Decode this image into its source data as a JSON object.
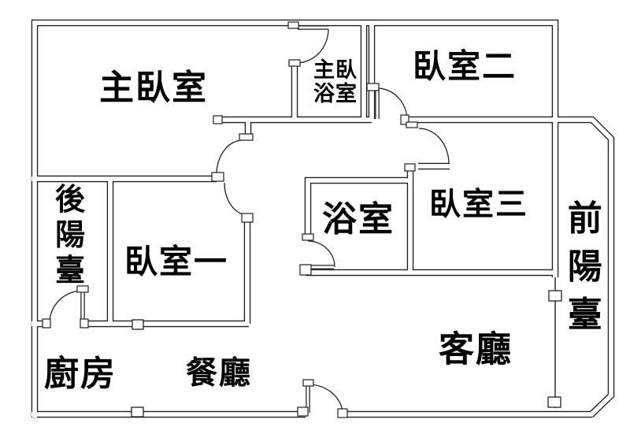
{
  "canvas": {
    "background_color": "#ffffff",
    "wall_color": "#1f1f1f",
    "text_color": "#000000"
  },
  "rooms": [
    {
      "id": "master-bedroom",
      "label": "主臥室"
    },
    {
      "id": "master-bathroom",
      "label": "主臥浴室"
    },
    {
      "id": "bedroom-2",
      "label": "臥室二"
    },
    {
      "id": "bedroom-3",
      "label": "臥室三"
    },
    {
      "id": "bathroom",
      "label": "浴室"
    },
    {
      "id": "bedroom-1",
      "label": "臥室一"
    },
    {
      "id": "back-balcony",
      "label": "後陽臺"
    },
    {
      "id": "front-balcony",
      "label": "前陽臺"
    },
    {
      "id": "kitchen",
      "label": "廚房"
    },
    {
      "id": "dining-room",
      "label": "餐廳"
    },
    {
      "id": "living-room",
      "label": "客廳"
    }
  ]
}
